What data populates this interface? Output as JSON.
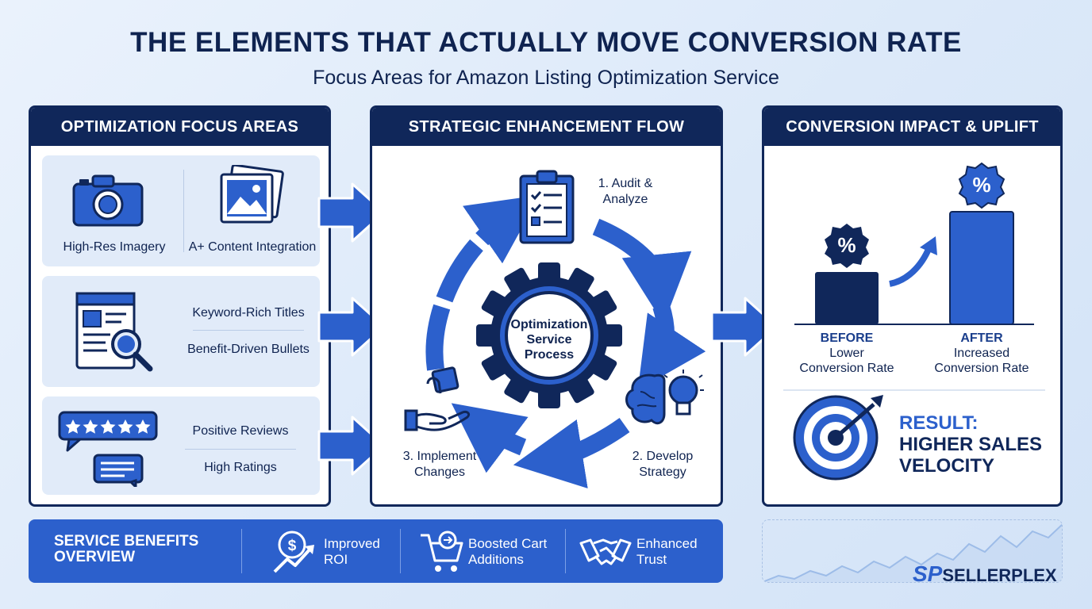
{
  "title": "THE ELEMENTS THAT ACTUALLY MOVE CONVERSION RATE",
  "subtitle": "Focus Areas for Amazon Listing Optimization Service",
  "left_panel": {
    "header": "OPTIMIZATION FOCUS AREAS",
    "imagery_label": "High-Res Imagery",
    "aplus_label": "A+ Content Integration",
    "titles_label": "Keyword-Rich Titles",
    "bullets_label": "Benefit-Driven Bullets",
    "reviews_label": "Positive Reviews",
    "ratings_label": "High Ratings"
  },
  "mid_panel": {
    "header": "STRATEGIC ENHANCEMENT FLOW",
    "gear_text": [
      "Optimization",
      "Service",
      "Process"
    ],
    "step1": [
      "1. Audit &",
      "Analyze"
    ],
    "step2": [
      "2. Develop",
      "Strategy"
    ],
    "step3": [
      "3. Implement",
      "Changes"
    ]
  },
  "right_panel": {
    "header": "CONVERSION IMPACT & UPLIFT",
    "before_title": "BEFORE",
    "before_desc": [
      "Lower",
      "Conversion Rate"
    ],
    "after_title": "AFTER",
    "after_desc": [
      "Increased",
      "Conversion Rate"
    ],
    "badge_symbol": "%",
    "result_title": "RESULT:",
    "result_lines": [
      "HIGHER SALES",
      "VELOCITY"
    ]
  },
  "benefits": {
    "title_lines": [
      "SERVICE BENEFITS",
      "OVERVIEW"
    ],
    "items": [
      {
        "lines": [
          "Improved",
          "ROI"
        ],
        "icon": "roi-icon"
      },
      {
        "lines": [
          "Boosted Cart",
          "Additions"
        ],
        "icon": "cart-icon"
      },
      {
        "lines": [
          "Enhanced",
          "Trust"
        ],
        "icon": "handshake-icon"
      }
    ]
  },
  "brand": {
    "prefix": "SP",
    "name": "SELLERPLEX"
  },
  "colors": {
    "navy": "#10275a",
    "blue": "#2c60cc",
    "card_bg": "#e1ebf9",
    "background": "#e3edfa"
  }
}
